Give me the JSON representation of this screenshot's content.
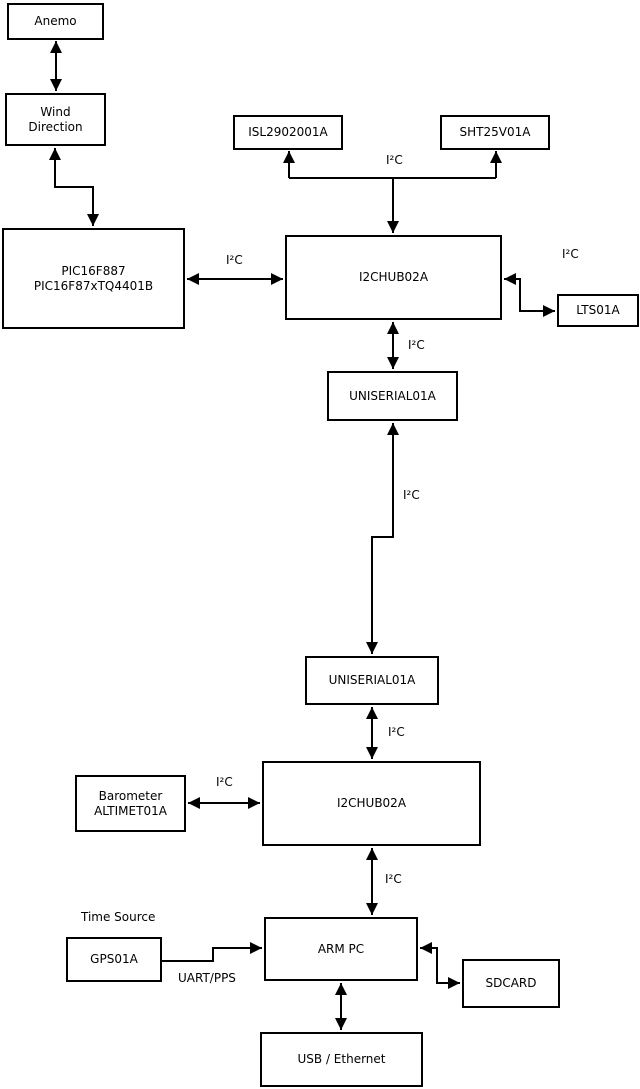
{
  "colors": {
    "line": "#000000",
    "box_border": "#000000",
    "box_fill": "#ffffff",
    "background": "#ffffff",
    "text": "#000000"
  },
  "nodes": {
    "anemo": {
      "lines": [
        "Anemo"
      ]
    },
    "wind_direction": {
      "lines": [
        "Wind",
        "Direction"
      ]
    },
    "pic_mcu": {
      "lines": [
        "PIC16F887",
        "PIC16F87xTQ4401B"
      ]
    },
    "isl_sensor": {
      "lines": [
        "ISL2902001A"
      ]
    },
    "sht_sensor": {
      "lines": [
        "SHT25V01A"
      ]
    },
    "i2c_hub_top": {
      "lines": [
        "I2CHUB02A"
      ]
    },
    "lts_sensor": {
      "lines": [
        "LTS01A"
      ]
    },
    "uniserial_top": {
      "lines": [
        "UNISERIAL01A"
      ]
    },
    "uniserial_bottom": {
      "lines": [
        "UNISERIAL01A"
      ]
    },
    "barometer": {
      "lines": [
        "Barometer",
        "ALTIMET01A"
      ]
    },
    "i2c_hub_bottom": {
      "lines": [
        "I2CHUB02A"
      ]
    },
    "gps": {
      "lines": [
        "GPS01A"
      ]
    },
    "arm_pc": {
      "lines": [
        "ARM PC"
      ]
    },
    "sdcard": {
      "lines": [
        "SDCARD"
      ]
    },
    "usb_ethernet": {
      "lines": [
        "USB / Ethernet"
      ]
    }
  },
  "edge_labels": {
    "i2c": "I²C",
    "uart_pps": "UART/PPS",
    "time_source": "Time Source"
  }
}
